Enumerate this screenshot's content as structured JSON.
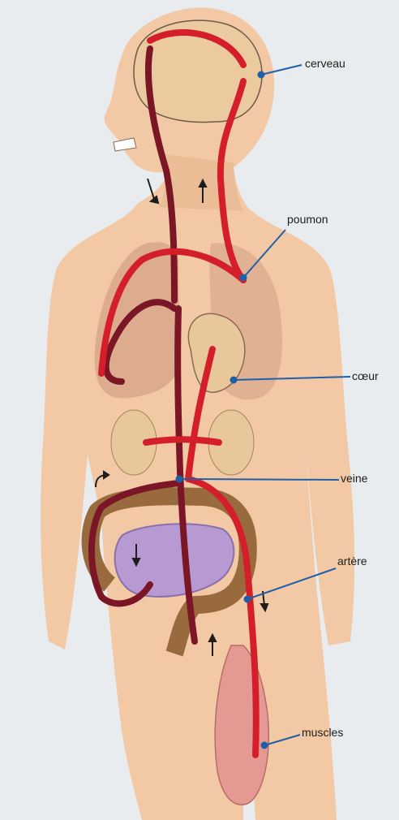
{
  "labels": {
    "brain": "cerveau",
    "lung": "poumon",
    "heart": "cœur",
    "vein": "veine",
    "artery": "artère",
    "muscles": "muscles"
  },
  "colors": {
    "background": "#e9ecee",
    "skin": "#f2c9a4",
    "skin_shade": "#e6b58d",
    "artery_red": "#d41f2b",
    "vein_darkred": "#7a1626",
    "organ_tan": "#e8c79a",
    "lung_pink": "#d9a78b",
    "intestine_brown": "#9a6a3f",
    "small_intestine_purple": "#b79ad1",
    "muscle_pink": "#e49a92",
    "pointer_blue": "#1f5fa8"
  }
}
